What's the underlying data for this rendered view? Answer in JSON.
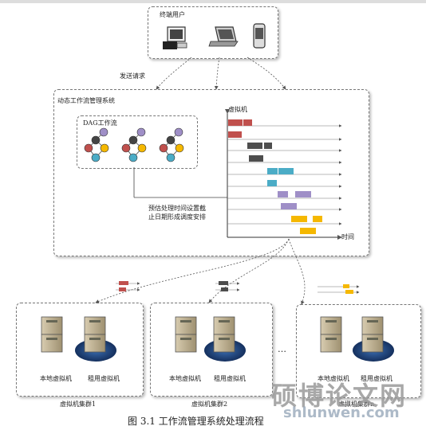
{
  "terminal": {
    "title": "终端用户"
  },
  "request_label": "发送请求",
  "system": {
    "title": "动态工作流管理系统"
  },
  "dag": {
    "title": "DAG工作流"
  },
  "vm_axis": {
    "y_label": "虚拟机",
    "x_label": "时间"
  },
  "note": {
    "line1": "预估处理时间设置截",
    "line2": "止日期形成调度安排"
  },
  "clusters": [
    {
      "local": "本地虚拟机",
      "rented": "租用虚拟机",
      "name": "虚拟机集群1"
    },
    {
      "local": "本地虚拟机",
      "rented": "租用虚拟机",
      "name": "虚拟机集群2"
    },
    {
      "local": "本地虚拟机",
      "rented": "租用虚拟机",
      "name": "虚拟机集群n"
    }
  ],
  "ellipsis": "…",
  "caption": "图 3.1      工作流管理系统处理流程",
  "watermark": {
    "cn": "硕博论文网",
    "en": "shlunwen.com"
  },
  "colors": {
    "red": "#c0504d",
    "gray": "#4d4d4d",
    "cyan": "#4bacc6",
    "purple": "#9f8fc7",
    "orange": "#f5b800"
  }
}
